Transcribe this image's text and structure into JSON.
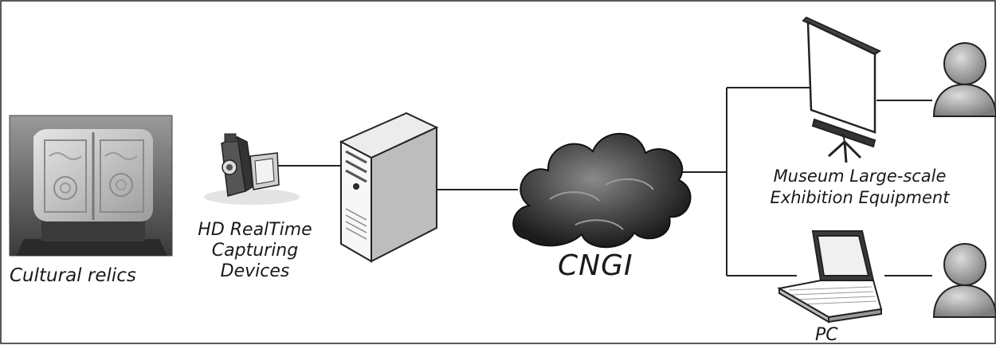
{
  "labels": {
    "cultural_relics": "Cultural relics",
    "hd_line1": "HD RealTime",
    "hd_line2": "Capturing",
    "hd_line3": "Devices",
    "cngi": "CNGI",
    "museum_line1": "Museum Large-scale",
    "museum_line2": "Exhibition Equipment",
    "pc": "PC"
  },
  "nodes": [
    {
      "id": "cultural-relics",
      "icon": "relic-photo"
    },
    {
      "id": "camera",
      "icon": "camcorder-icon"
    },
    {
      "id": "server",
      "icon": "server-tower-icon"
    },
    {
      "id": "cngi",
      "icon": "cloud-icon"
    },
    {
      "id": "museum-equipment",
      "icon": "projector-screen-icon"
    },
    {
      "id": "pc",
      "icon": "laptop-icon"
    },
    {
      "id": "user-top",
      "icon": "user-icon"
    },
    {
      "id": "user-bottom",
      "icon": "user-icon"
    }
  ],
  "edges": [
    [
      "camera",
      "server"
    ],
    [
      "server",
      "cngi"
    ],
    [
      "cngi",
      "museum-equipment"
    ],
    [
      "cngi",
      "pc"
    ],
    [
      "museum-equipment",
      "user-top"
    ],
    [
      "pc",
      "user-bottom"
    ]
  ]
}
